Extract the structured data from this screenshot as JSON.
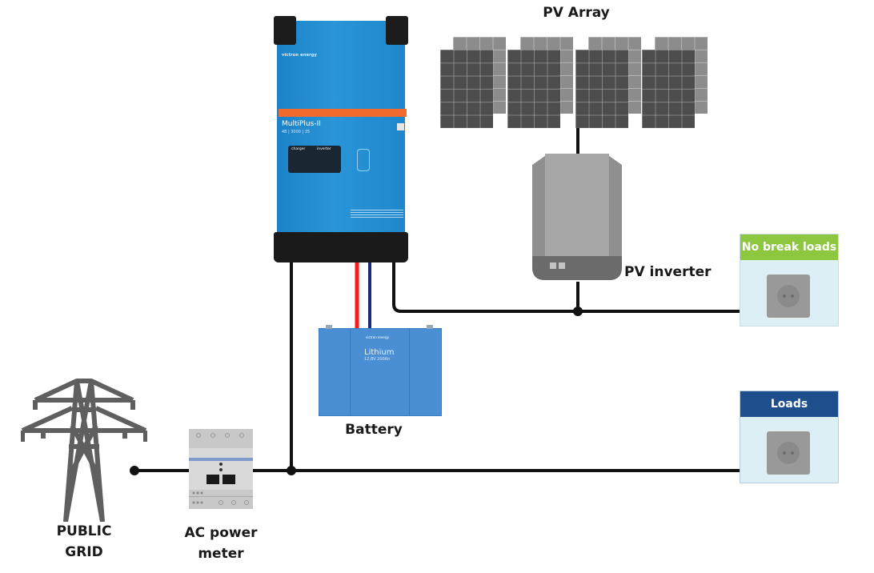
{
  "labels": {
    "pv_array": "PV Array",
    "pv_inverter": "PV inverter",
    "battery": "Battery",
    "public_grid_line1": "PUBLIC",
    "public_grid_line2": "GRID",
    "ac_meter_line1": "AC power",
    "ac_meter_line2": "meter"
  },
  "multiplus": {
    "brand": "victron energy",
    "model": "MultiPlus-II",
    "subtitle": "48 | 3000 | 35",
    "panel_charger": "charger",
    "panel_inverter": "inverter"
  },
  "battery_device": {
    "brand": "victron energy",
    "title": "Lithium",
    "spec": "12,8V 200Ah"
  },
  "loads": [
    {
      "title": "No break loads",
      "header_color": "#8dc63f"
    },
    {
      "title": "Loads",
      "header_color": "#1f4e8c"
    }
  ],
  "wire_colors": {
    "ac": "#111111",
    "dc_positive": "#ff1a1a",
    "dc_negative": "#1a2a80"
  },
  "pv_array": {
    "panel_count": 4
  }
}
